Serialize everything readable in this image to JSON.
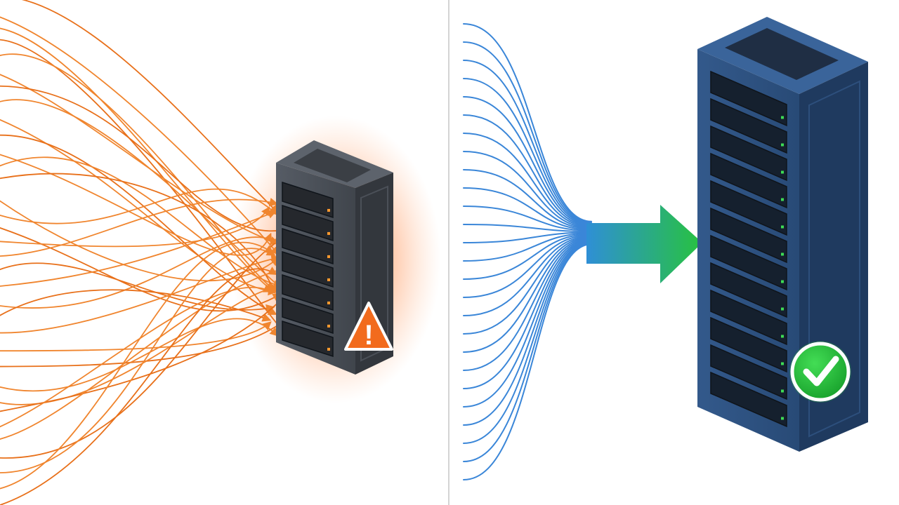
{
  "panels": [
    {
      "id": "left",
      "concept": "overloaded-server",
      "server_state": "overloaded",
      "status_icon": "warning-triangle-icon",
      "status_glyph": "!",
      "flow_style": "chaotic-arrows",
      "colors": {
        "flow": "#f0852e",
        "flow_dark": "#e8701a",
        "glow": "#ff6a1f",
        "server_body": "#4a4f57",
        "server_side": "#33373d",
        "server_top": "#5d636c",
        "led": "#ff9a2e",
        "status_fill": "#f26b1d"
      }
    },
    {
      "id": "right",
      "concept": "balanced-server",
      "server_state": "healthy",
      "status_icon": "checkmark-circle-icon",
      "flow_style": "converging-lines",
      "colors": {
        "flow": "#3a86d8",
        "arrow_start": "#2f8fd6",
        "arrow_end": "#27c23f",
        "server_body": "#2c4f7e",
        "server_side": "#1f3a5f",
        "server_top": "#3a649a",
        "led": "#3ddc55",
        "status_fill": "#22b83a"
      }
    }
  ],
  "divider_color": "#d4d4d4"
}
